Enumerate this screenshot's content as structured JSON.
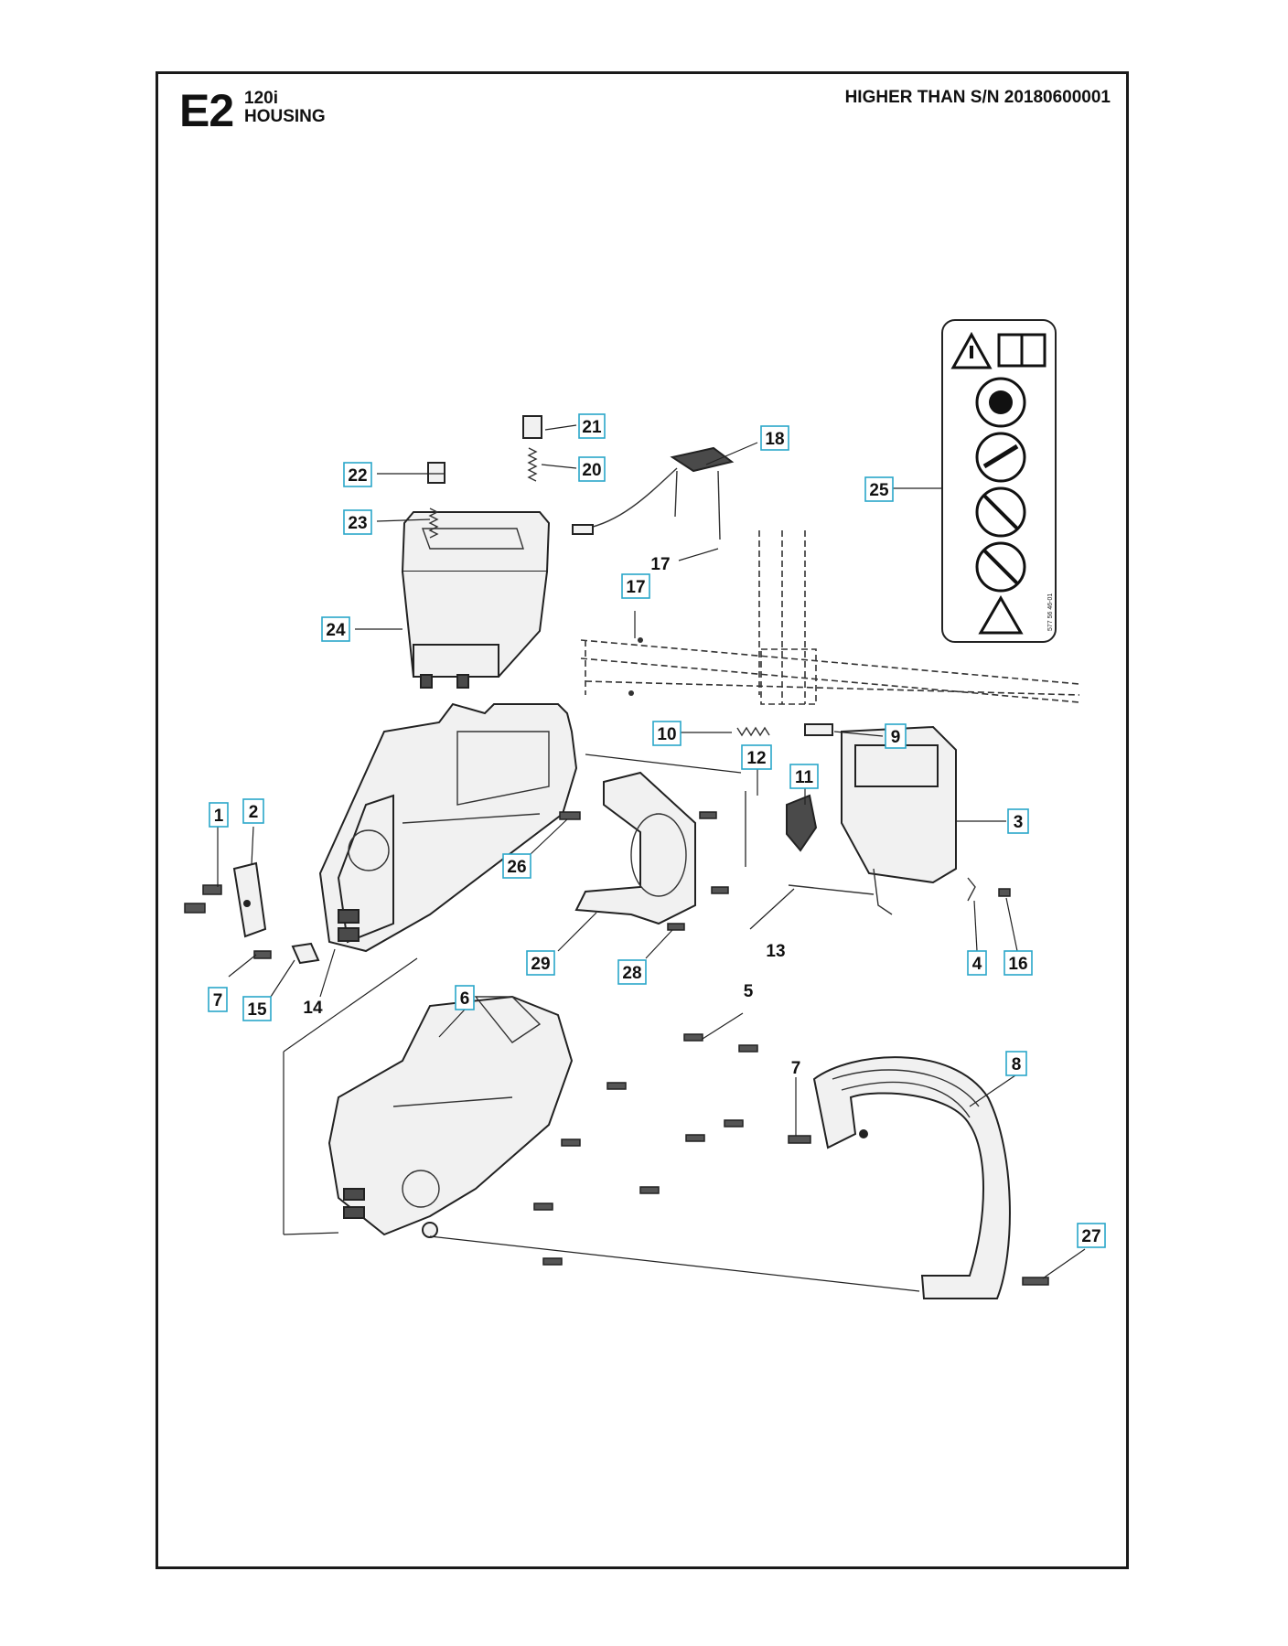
{
  "header": {
    "page_code": "E2",
    "model": "120i",
    "section": "HOUSING",
    "serial_note": "HIGHER THAN S/N 20180600001"
  },
  "callouts": {
    "c1": "1",
    "c2": "2",
    "c3": "3",
    "c4": "4",
    "c5": "5",
    "c6": "6",
    "c7a": "7",
    "c7b": "7",
    "c8": "8",
    "c9": "9",
    "c10": "10",
    "c11": "11",
    "c12": "12",
    "c13": "13",
    "c14": "14",
    "c15": "15",
    "c16": "16",
    "c17a": "17",
    "c17b": "17",
    "c18": "18",
    "c20": "20",
    "c21": "21",
    "c22": "22",
    "c23": "23",
    "c24": "24",
    "c25": "25",
    "c26": "26",
    "c27": "27",
    "c28": "28",
    "c29": "29"
  },
  "decal": {
    "code": "577 56 46-01"
  }
}
